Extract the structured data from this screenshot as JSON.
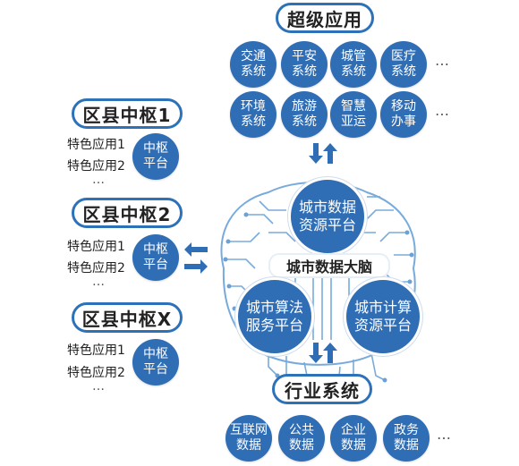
{
  "top": {
    "title": "超级应用",
    "row1": [
      [
        "交通",
        "系统"
      ],
      [
        "平安",
        "系统"
      ],
      [
        "城管",
        "系统"
      ],
      [
        "医疗",
        "系统"
      ]
    ],
    "row2": [
      [
        "环境",
        "系统"
      ],
      [
        "旅游",
        "系统"
      ],
      [
        "智慧",
        "亚运"
      ],
      [
        "移动",
        "办事"
      ]
    ],
    "ellipsis": "…"
  },
  "districts": [
    {
      "title": "区县中枢1",
      "apps": [
        "特色应用1",
        "特色应用2"
      ],
      "more": "…",
      "hub": [
        "中枢",
        "平台"
      ]
    },
    {
      "title": "区县中枢2",
      "apps": [
        "特色应用1",
        "特色应用2"
      ],
      "more": "…",
      "hub": [
        "中枢",
        "平台"
      ]
    },
    {
      "title": "区县中枢X",
      "apps": [
        "特色应用1",
        "特色应用2"
      ],
      "more": "…",
      "hub": [
        "中枢",
        "平台"
      ]
    }
  ],
  "brain": {
    "center": "城市数据大脑",
    "top_node": [
      "城市数据",
      "资源平台"
    ],
    "left_node": [
      "城市算法",
      "服务平台"
    ],
    "right_node": [
      "城市计算",
      "资源平台"
    ]
  },
  "bottom": {
    "title": "行业系统",
    "items": [
      [
        "互联网",
        "数据"
      ],
      [
        "公共",
        "数据"
      ],
      [
        "企业",
        "数据"
      ],
      [
        "政务",
        "数据"
      ]
    ],
    "ellipsis": "…"
  },
  "colors": {
    "primary": "#2f6db5",
    "border": "#2d72b8",
    "circuit": "#6aa2d8"
  }
}
